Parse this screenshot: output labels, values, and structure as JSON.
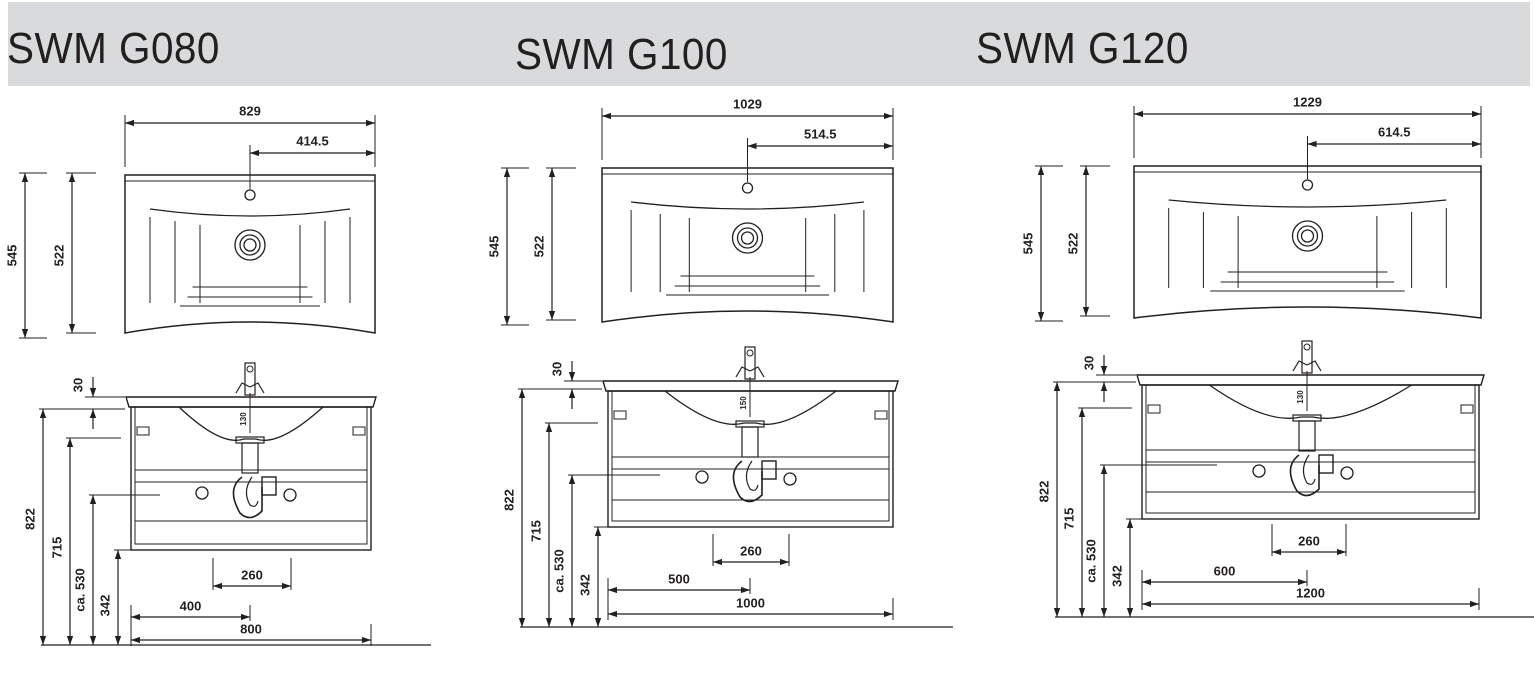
{
  "models": [
    {
      "title": "SWM G080",
      "top_view": {
        "width": "829",
        "tap_offset": "414.5",
        "depth_total": "545",
        "depth_basin": "522"
      },
      "front_view": {
        "top_thickness": "30",
        "drain_height": "130",
        "height_total": "822",
        "height_unit": "715",
        "drain_outlet_height": "ca. 530",
        "unit_bottom": "342",
        "trap_width": "260",
        "centre_offset": "400",
        "unit_width": "800"
      }
    },
    {
      "title": "SWM G100",
      "top_view": {
        "width": "1029",
        "tap_offset": "514.5",
        "depth_total": "545",
        "depth_basin": "522"
      },
      "front_view": {
        "top_thickness": "30",
        "drain_height": "150",
        "height_total": "822",
        "height_unit": "715",
        "drain_outlet_height": "ca. 530",
        "unit_bottom": "342",
        "trap_width": "260",
        "centre_offset": "500",
        "unit_width": "1000"
      }
    },
    {
      "title": "SWM G120",
      "top_view": {
        "width": "1229",
        "tap_offset": "614.5",
        "depth_total": "545",
        "depth_basin": "522"
      },
      "front_view": {
        "top_thickness": "30",
        "drain_height": "130",
        "height_total": "822",
        "height_unit": "715",
        "drain_outlet_height": "ca. 530",
        "unit_bottom": "342",
        "trap_width": "260",
        "centre_offset": "600",
        "unit_width": "1200"
      }
    }
  ],
  "colors": {
    "header_bg": "#d9dadb",
    "line": "#231f20",
    "background": "#ffffff"
  }
}
